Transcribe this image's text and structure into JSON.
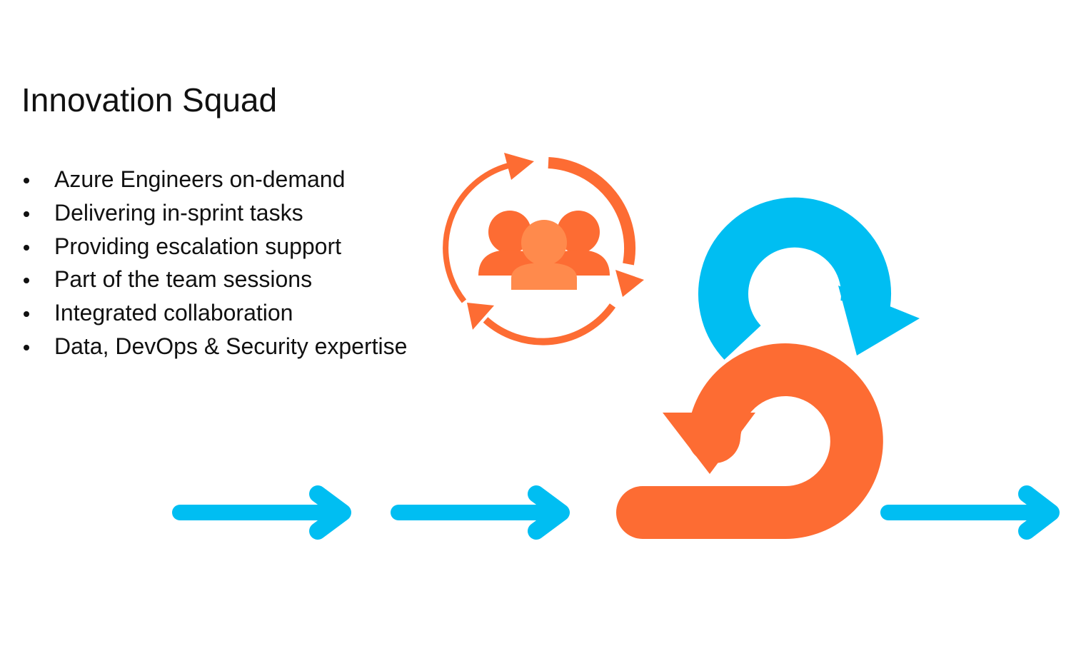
{
  "slide": {
    "title": "Innovation Squad",
    "bullets": [
      "Azure Engineers on-demand",
      "Delivering in-sprint tasks",
      "Providing escalation support",
      "Part of the team sessions",
      "Integrated collaboration",
      "Data, DevOps & Security expertise"
    ]
  },
  "colors": {
    "orange": "#FD6C33",
    "orange_light": "#FF8A4C",
    "blue": "#00BEF2",
    "text": "#111111"
  },
  "icons": {
    "team_cycle": "team-cycle-icon",
    "sprint_loop": "scrum-sprint-loop-icon",
    "flow_arrow": "flow-arrow-icon"
  }
}
